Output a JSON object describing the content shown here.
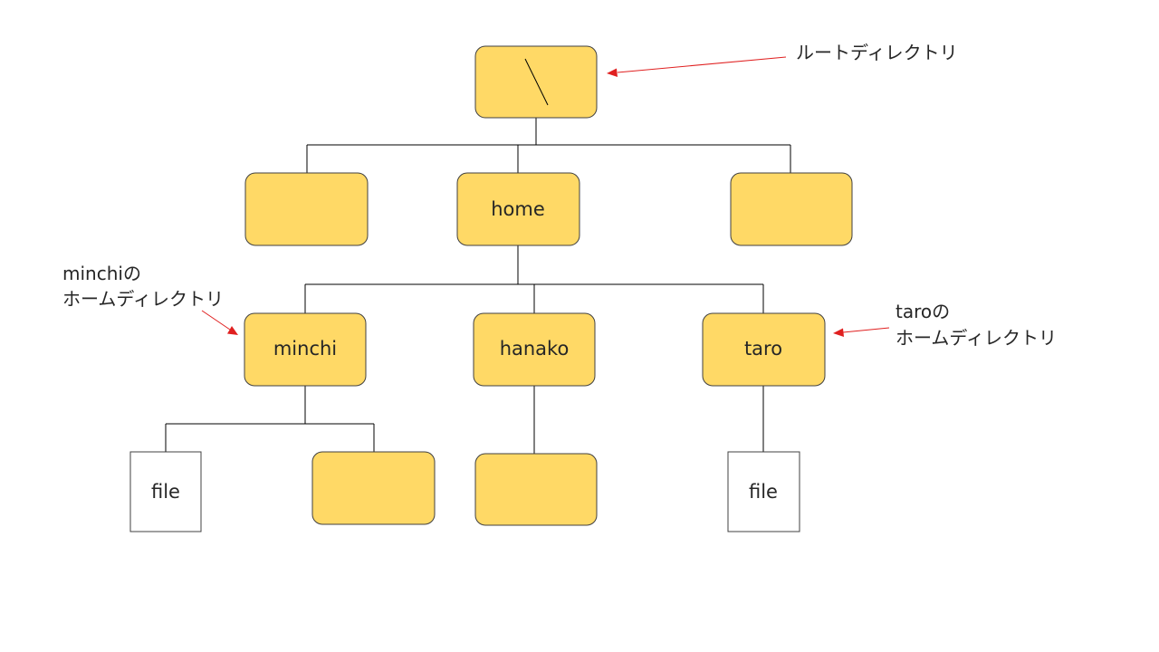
{
  "tree": {
    "root": {
      "label": "\\"
    },
    "level1": [
      {
        "label": ""
      },
      {
        "label": "home"
      },
      {
        "label": ""
      }
    ],
    "level2": [
      {
        "label": "minchi"
      },
      {
        "label": "hanako"
      },
      {
        "label": "taro"
      }
    ],
    "level3": [
      {
        "label": "file",
        "kind": "file"
      },
      {
        "label": "",
        "kind": "directory"
      },
      {
        "label": "",
        "kind": "directory"
      },
      {
        "label": "file",
        "kind": "file"
      }
    ]
  },
  "callouts": {
    "root": {
      "line1": "ルートディレクトリ"
    },
    "minchi": {
      "line1": "minchiの",
      "line2": "ホームディレクトリ"
    },
    "taro": {
      "line1": "taroの",
      "line2": "ホームディレクトリ"
    }
  },
  "colors": {
    "directory_fill": "#ffd966",
    "file_fill": "#ffffff",
    "arrow": "#e02020"
  }
}
